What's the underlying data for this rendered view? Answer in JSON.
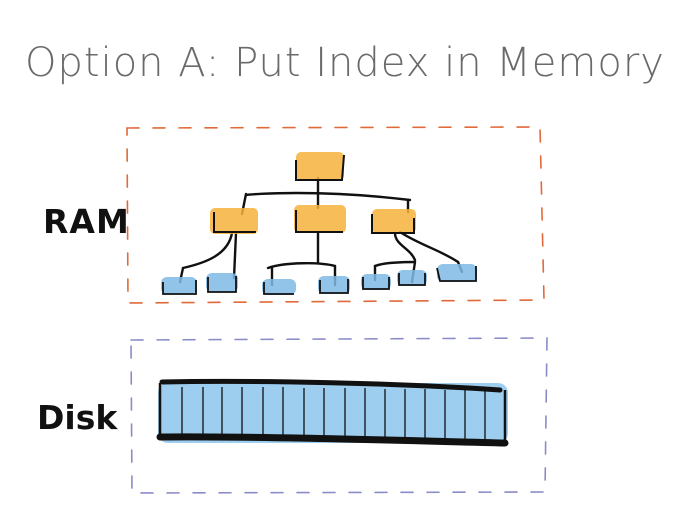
{
  "title": "Option A: Put Index in Memory",
  "regions": {
    "ram": {
      "label": "RAM",
      "border_color": "#e06a3a"
    },
    "disk": {
      "label": "Disk",
      "border_color": "#8a8cc8"
    }
  },
  "colors": {
    "index_node": "#f4b23c",
    "leaf_node": "#7fb9e4",
    "disk_fill": "#8cc4ec",
    "ink": "#111111"
  }
}
